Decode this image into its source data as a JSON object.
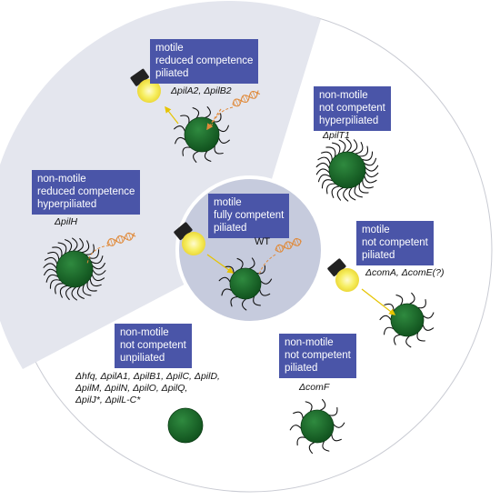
{
  "strains": {
    "wt": {
      "traits": [
        "motile",
        "fully competent",
        "piliated"
      ],
      "mutants": [
        "WT"
      ]
    },
    "pilA2_pilB2": {
      "traits": [
        "motile",
        "reduced competence",
        "piliated"
      ],
      "mutants": [
        "ΔpilA2, ΔpilB2"
      ]
    },
    "pilT1": {
      "traits": [
        "non-motile",
        "not competent",
        "hyperpiliated"
      ],
      "mutants": [
        "ΔpilT1"
      ]
    },
    "pilH": {
      "traits": [
        "non-motile",
        "reduced competence",
        "hyperpiliated"
      ],
      "mutants": [
        "ΔpilH"
      ]
    },
    "comA_comE": {
      "traits": [
        "motile",
        "not competent",
        "piliated"
      ],
      "mutants": [
        "ΔcomA, ΔcomE(?)"
      ]
    },
    "comF": {
      "traits": [
        "non-motile",
        "not competent",
        "piliated"
      ],
      "mutants": [
        "ΔcomF"
      ]
    },
    "unpiliated": {
      "traits": [
        "non-motile",
        "not competent",
        "unpiliated"
      ],
      "mutants": [
        "Δhfq, ΔpilA1, ΔpilB1, ΔpilC, ΔpilD,",
        "ΔpilM, ΔpilN, ΔpilO, ΔpilQ,",
        "ΔpilJ*, ΔpilL-C*"
      ]
    }
  },
  "icons": {
    "cell": "bacterial-cell-icon",
    "light": "lamp-icon",
    "dna": "dna-helix-icon"
  },
  "colors": {
    "label_box": "#4a55a8",
    "cell": "#1f6a2c",
    "outer_ring": "#e3e5ee",
    "inner_ring": "#c3c8dc",
    "light": "#f3ea48",
    "light_arrow": "#e6c400",
    "dna": "#e08a3a"
  }
}
